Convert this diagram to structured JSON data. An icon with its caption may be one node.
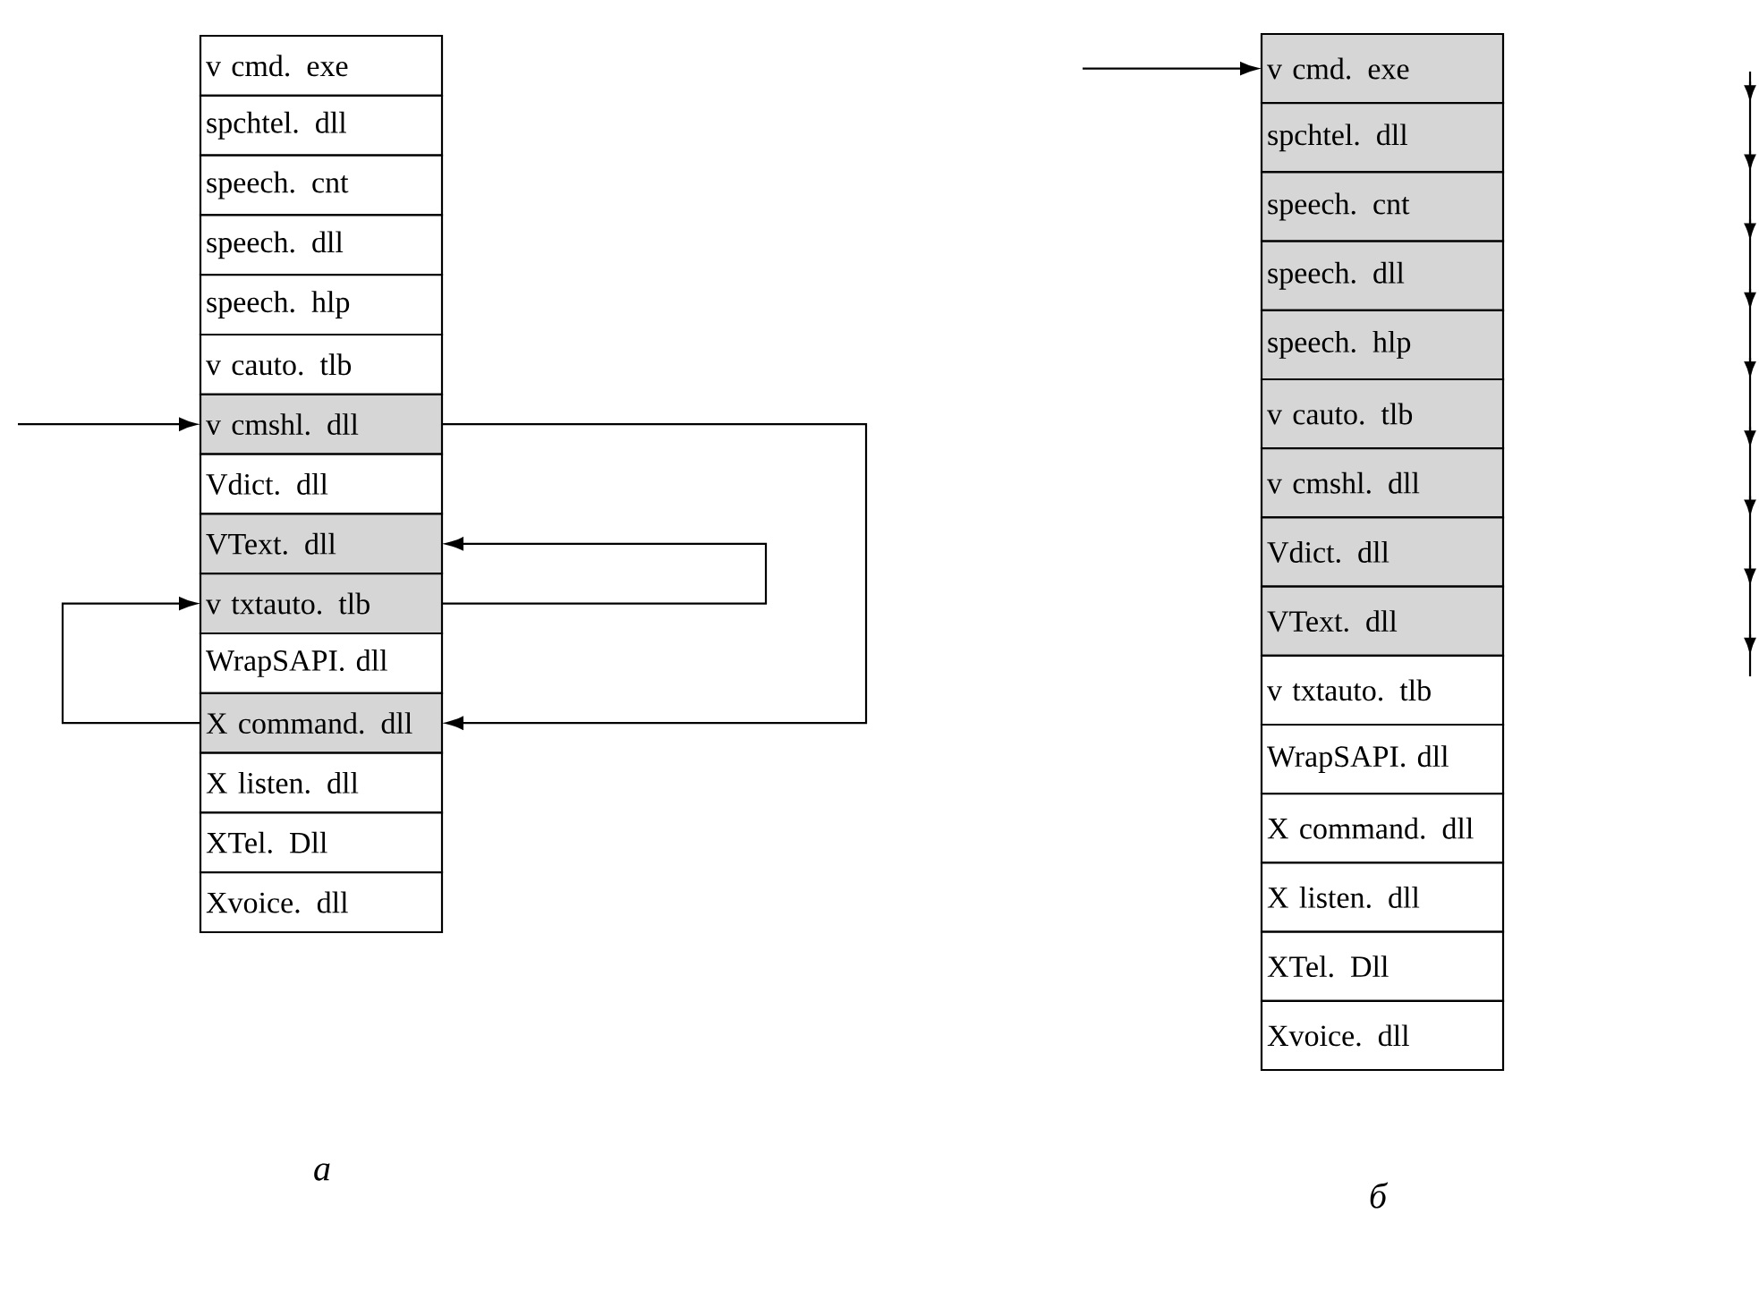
{
  "diagram": {
    "nodes": [
      {
        "text": [
          "v cmd. exe"
        ]
      },
      {
        "text": [
          "spchtel. dll"
        ]
      },
      {
        "text": [
          "speech. cnt"
        ]
      },
      {
        "text": [
          "speech. dll"
        ]
      },
      {
        "text": [
          "speech. hlp"
        ]
      },
      {
        "text": [
          "v cauto. tlb"
        ]
      },
      {
        "text": [
          "v cmshl. dll"
        ]
      },
      {
        "text": [
          "Vdict. dll"
        ]
      },
      {
        "text": [
          "VText. dll"
        ]
      },
      {
        "text": [
          "v txtauto. tlb"
        ]
      },
      {
        "text": [
          "WrapSAPI. dll"
        ]
      },
      {
        "text": [
          "X command. dll"
        ]
      },
      {
        "text": [
          "X listen. dll"
        ]
      },
      {
        "text": [
          "XTel. Dll"
        ]
      },
      {
        "text": [
          "Xvoice. dll"
        ]
      },
      {
        "text": [
          "v cmd. exe"
        ]
      },
      {
        "text": [
          "spchtel. dll"
        ]
      },
      {
        "text": [
          "speech. cnt"
        ]
      },
      {
        "text": [
          "speech. dll"
        ]
      },
      {
        "text": [
          "speech. hlp"
        ]
      },
      {
        "text": [
          "v cauto. tlb"
        ]
      },
      {
        "text": [
          "v cmshl. dll"
        ]
      },
      {
        "text": [
          "Vdict. dll"
        ]
      },
      {
        "text": [
          "VText. dll"
        ]
      },
      {
        "text": [
          "v txtauto. tlb"
        ]
      },
      {
        "text": [
          "WrapSAPI. dll"
        ]
      },
      {
        "text": [
          "X command. dll"
        ]
      },
      {
        "text": [
          "X listen. dll"
        ]
      },
      {
        "text": [
          "XTel. Dll"
        ]
      },
      {
        "text": [
          "Xvoice. dll"
        ]
      }
    ],
    "edges": [
      {
        "from": null,
        "to": 6,
        "arrow": "to"
      },
      {
        "from": 6,
        "to": 11,
        "arrow": "to"
      },
      {
        "from": 9,
        "to": 8,
        "arrow": "to"
      },
      {
        "from": 11,
        "to": 9,
        "arrow": "to"
      },
      {
        "from": null,
        "to": 15,
        "arrow": "to"
      }
    ],
    "labels": [
      "а",
      "б"
    ]
  }
}
